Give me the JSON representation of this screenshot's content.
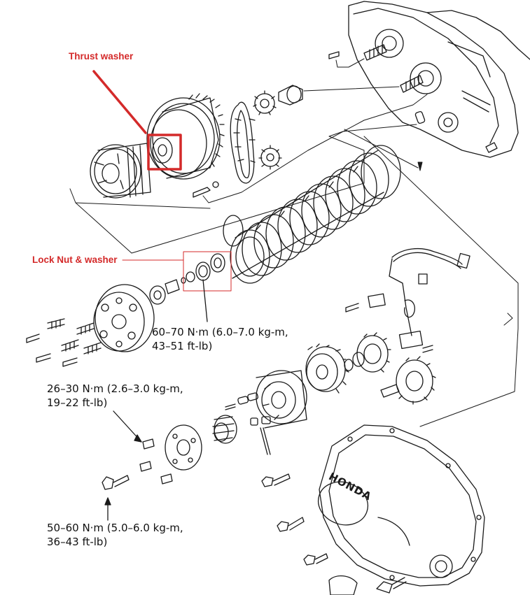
{
  "callouts": {
    "thrust_washer": "Thrust washer",
    "lock_nut_washer": "Lock Nut & washer"
  },
  "torque_specs": [
    {
      "line1": "60–70 N·m (6.0–7.0 kg-m,",
      "line2": "43–51 ft-lb)"
    },
    {
      "line1": "26–30 N·m (2.6–3.0 kg-m,",
      "line2": "19–22 ft-lb)"
    },
    {
      "line1": "50–60 N·m (5.0–6.0 kg-m,",
      "line2": "36–43 ft-lb)"
    }
  ],
  "cover_brand": "HONDA",
  "colors": {
    "callout_red": "#d42a2a",
    "ink": "#1a1a1a"
  }
}
